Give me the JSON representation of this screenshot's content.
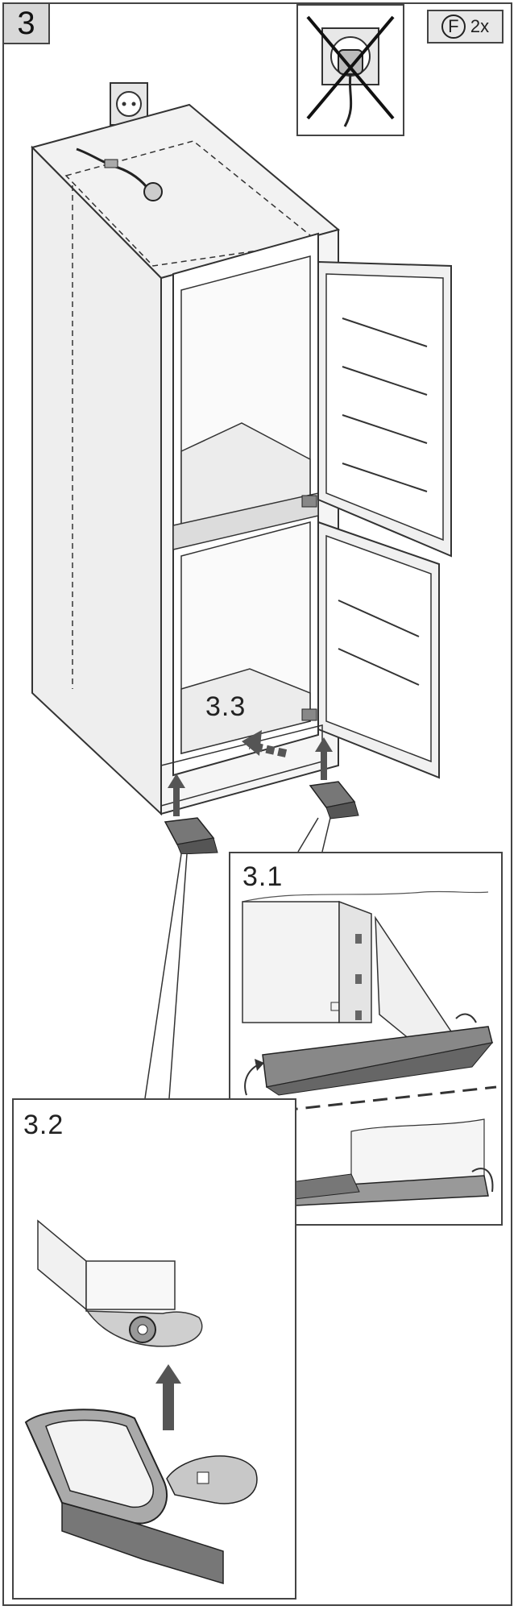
{
  "step": {
    "number": "3"
  },
  "fastener": {
    "letter": "F",
    "quantity": "2x"
  },
  "substeps": {
    "s31": "3.1",
    "s32": "3.2",
    "s33": "3.3"
  }
}
